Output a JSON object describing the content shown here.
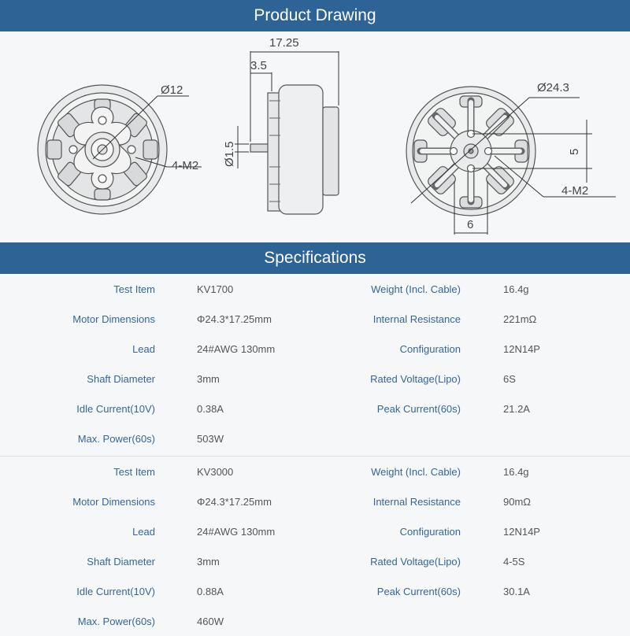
{
  "header": {
    "drawing_title": "Product Drawing",
    "spec_title": "Specifications"
  },
  "drawing": {
    "front_dia": "Ø12",
    "front_holes": "4-M2",
    "side_length": "17.25",
    "side_offset": "3.5",
    "side_shaft": "Ø1.5",
    "back_dia": "Ø24.3",
    "back_vertical": "5",
    "back_holes": "4-M2",
    "back_horizontal": "6"
  },
  "specs": [
    {
      "rows": [
        {
          "l1": "Test Item",
          "v1": "KV1700",
          "l2": "Weight (Incl. Cable)",
          "v2": "16.4g"
        },
        {
          "l1": "Motor Dimensions",
          "v1": "Φ24.3*17.25mm",
          "l2": "Internal Resistance",
          "v2": "221mΩ"
        },
        {
          "l1": "Lead",
          "v1": "24#AWG 130mm",
          "l2": "Configuration",
          "v2": "12N14P"
        },
        {
          "l1": "Shaft Diameter",
          "v1": "3mm",
          "l2": "Rated Voltage(Lipo)",
          "v2": "6S"
        },
        {
          "l1": "Idle Current(10V)",
          "v1": "0.38A",
          "l2": "Peak Current(60s)",
          "v2": "21.2A"
        },
        {
          "l1": "Max. Power(60s)",
          "v1": "503W",
          "l2": "",
          "v2": ""
        }
      ]
    },
    {
      "rows": [
        {
          "l1": "Test Item",
          "v1": "KV3000",
          "l2": "Weight (Incl. Cable)",
          "v2": "16.4g"
        },
        {
          "l1": "Motor Dimensions",
          "v1": "Φ24.3*17.25mm",
          "l2": "Internal Resistance",
          "v2": "90mΩ"
        },
        {
          "l1": "Lead",
          "v1": "24#AWG 130mm",
          "l2": "Configuration",
          "v2": "12N14P"
        },
        {
          "l1": "Shaft Diameter",
          "v1": "3mm",
          "l2": "Rated Voltage(Lipo)",
          "v2": "4-5S"
        },
        {
          "l1": "Idle Current(10V)",
          "v1": "0.88A",
          "l2": "Peak Current(60s)",
          "v2": "30.1A"
        },
        {
          "l1": "Max. Power(60s)",
          "v1": "460W",
          "l2": "",
          "v2": ""
        }
      ]
    }
  ]
}
